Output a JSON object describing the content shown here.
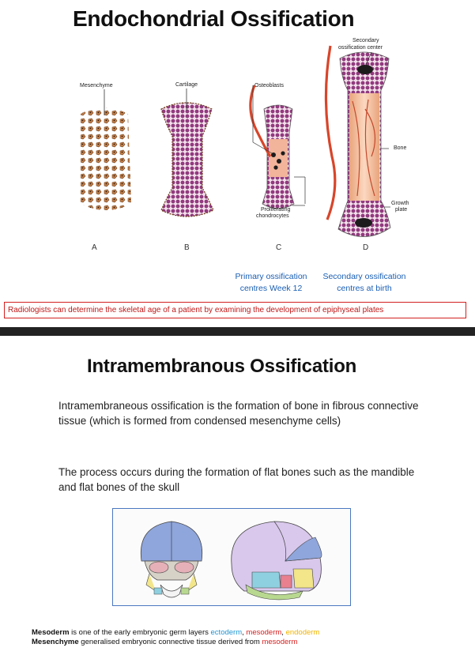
{
  "slide1": {
    "title": "Endochondrial Ossification",
    "diagram": {
      "labels": {
        "mesenchyme": "Mesenchyme",
        "cartilage": "Cartilage",
        "osteoblasts": "Osteoblasts",
        "secondary_center_1": "Secondary",
        "secondary_center_2": "ossification center",
        "bone": "Bone",
        "growth_plate_1": "Growth",
        "growth_plate_2": "plate",
        "proliferating_1": "Proliferating",
        "proliferating_2": "chondrocytes"
      },
      "stage_letters": [
        "A",
        "B",
        "C",
        "D"
      ]
    },
    "caption_primary_1": "Primary ossification",
    "caption_primary_2": "centres Week 12",
    "caption_secondary_1": "Secondary ossification",
    "caption_secondary_2": "centres at birth",
    "note": "Radiologists can determine the skeletal age of a patient by examining the development of epiphyseal plates"
  },
  "slide2": {
    "title": "Intramembranous Ossification",
    "paragraph1": "Intramembraneous ossification is the formation of bone in fibrous  connective tissue (which is formed from condensed mesenchyme cells)",
    "paragraph2": "The process occurs during the formation of flat bones such as the mandible and flat bones of the skull"
  },
  "footer": {
    "line1_term": "Mesoderm",
    "line1_text": " is one of the early embryonic germ layers ",
    "ectoderm": "ectoderm",
    "sep1": ", ",
    "mesoderm": "mesoderm",
    "sep2": ", ",
    "endoderm": "endoderm",
    "line2_term": "Mesenchyme",
    "line2_text": " generalised embryonic connective tissue derived from ",
    "line2_mesoderm": "mesoderm"
  },
  "colors": {
    "caption_blue": "#1a5fb4",
    "note_red": "#c01818",
    "ectoderm": "#2196d3",
    "mesoderm": "#d61f1f",
    "endoderm": "#f0b400",
    "cartilage_purple": "#8e2b7a",
    "bone_salmon": "#f0b090",
    "vessel_red": "#d8452a"
  }
}
